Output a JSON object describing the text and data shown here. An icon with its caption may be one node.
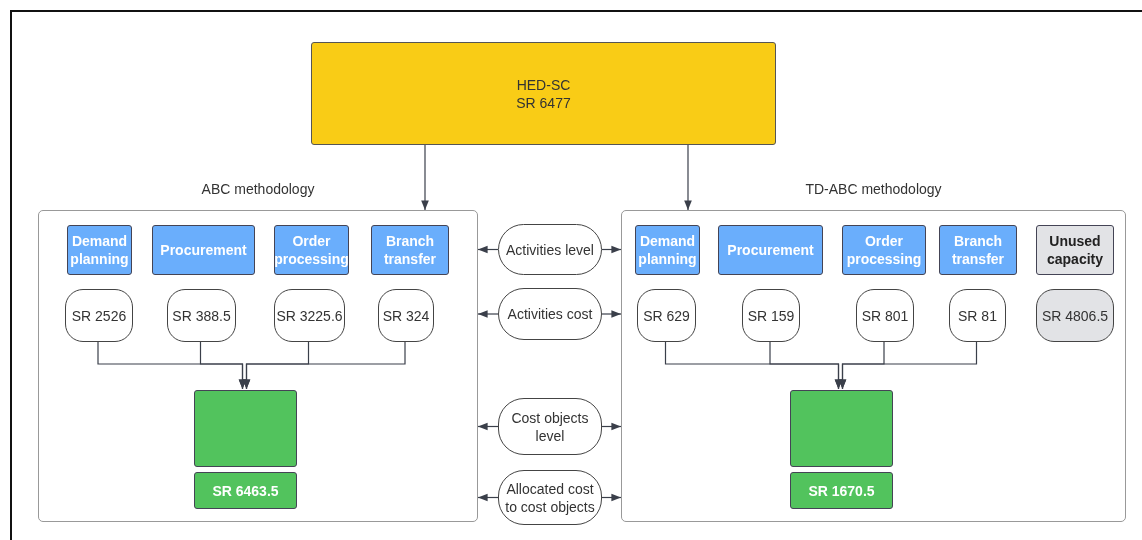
{
  "diagram": {
    "nodes": [
      {
        "text": [
          "HED-SC",
          "SR 6477"
        ]
      },
      {
        "text": [
          "ABC methodology"
        ]
      },
      {
        "text": [
          "Demand planning"
        ],
        "in": 1
      },
      {
        "text": [
          "Procurement"
        ],
        "in": 1
      },
      {
        "text": [
          "Order processing"
        ],
        "in": 1
      },
      {
        "text": [
          "Branch transfer"
        ],
        "in": 1
      },
      {
        "text": [
          "SR 2526"
        ],
        "in": 1
      },
      {
        "text": [
          "SR 388.5"
        ],
        "in": 1
      },
      {
        "text": [
          "SR 3225.6"
        ],
        "in": 1
      },
      {
        "text": [
          "SR 324"
        ],
        "in": 1
      },
      {
        "text": [],
        "shape": "box",
        "in": 1
      },
      {
        "text": [
          "SR 6463.5"
        ],
        "in": 1
      },
      {
        "text": [
          "Activities level"
        ]
      },
      {
        "text": [
          "Activities cost"
        ]
      },
      {
        "text": [
          "Cost objects level"
        ]
      },
      {
        "text": [
          "Allocated cost to cost objects"
        ]
      },
      {
        "text": [
          "TD-ABC methodology"
        ]
      },
      {
        "text": [
          "Demand planning"
        ],
        "in": 16
      },
      {
        "text": [
          "Procurement"
        ],
        "in": 16
      },
      {
        "text": [
          "Order processing"
        ],
        "in": 16
      },
      {
        "text": [
          "Branch transfer"
        ],
        "in": 16
      },
      {
        "text": [
          "Unused capacity"
        ],
        "in": 16
      },
      {
        "text": [
          "SR 629"
        ],
        "in": 16
      },
      {
        "text": [
          "SR 159"
        ],
        "in": 16
      },
      {
        "text": [
          "SR 801"
        ],
        "in": 16
      },
      {
        "text": [
          "SR 81"
        ],
        "in": 16
      },
      {
        "text": [
          "SR 4806.5"
        ],
        "in": 16
      },
      {
        "text": [],
        "shape": "box",
        "in": 16
      },
      {
        "text": [
          "SR 1670.5"
        ],
        "in": 16
      }
    ],
    "edges": [
      {
        "from": 0,
        "to": 1,
        "arrow": "to"
      },
      {
        "from": 0,
        "to": 16,
        "arrow": "to"
      },
      {
        "from": 6,
        "to": 10,
        "arrow": "to"
      },
      {
        "from": 7,
        "to": 10,
        "arrow": "to"
      },
      {
        "from": 8,
        "to": 10,
        "arrow": "to"
      },
      {
        "from": 9,
        "to": 10,
        "arrow": "to"
      },
      {
        "from": 22,
        "to": 27,
        "arrow": "to"
      },
      {
        "from": 23,
        "to": 27,
        "arrow": "to"
      },
      {
        "from": 24,
        "to": 27,
        "arrow": "to"
      },
      {
        "from": 25,
        "to": 27,
        "arrow": "to"
      },
      {
        "from": 12,
        "to": 1,
        "arrow": "to"
      },
      {
        "from": 12,
        "to": 16,
        "arrow": "to"
      },
      {
        "from": 13,
        "to": 1,
        "arrow": "to"
      },
      {
        "from": 13,
        "to": 16,
        "arrow": "to"
      },
      {
        "from": 14,
        "to": 1,
        "arrow": "to"
      },
      {
        "from": 14,
        "to": 16,
        "arrow": "to"
      },
      {
        "from": 15,
        "to": 1,
        "arrow": "to"
      },
      {
        "from": 15,
        "to": 16,
        "arrow": "to"
      }
    ]
  }
}
